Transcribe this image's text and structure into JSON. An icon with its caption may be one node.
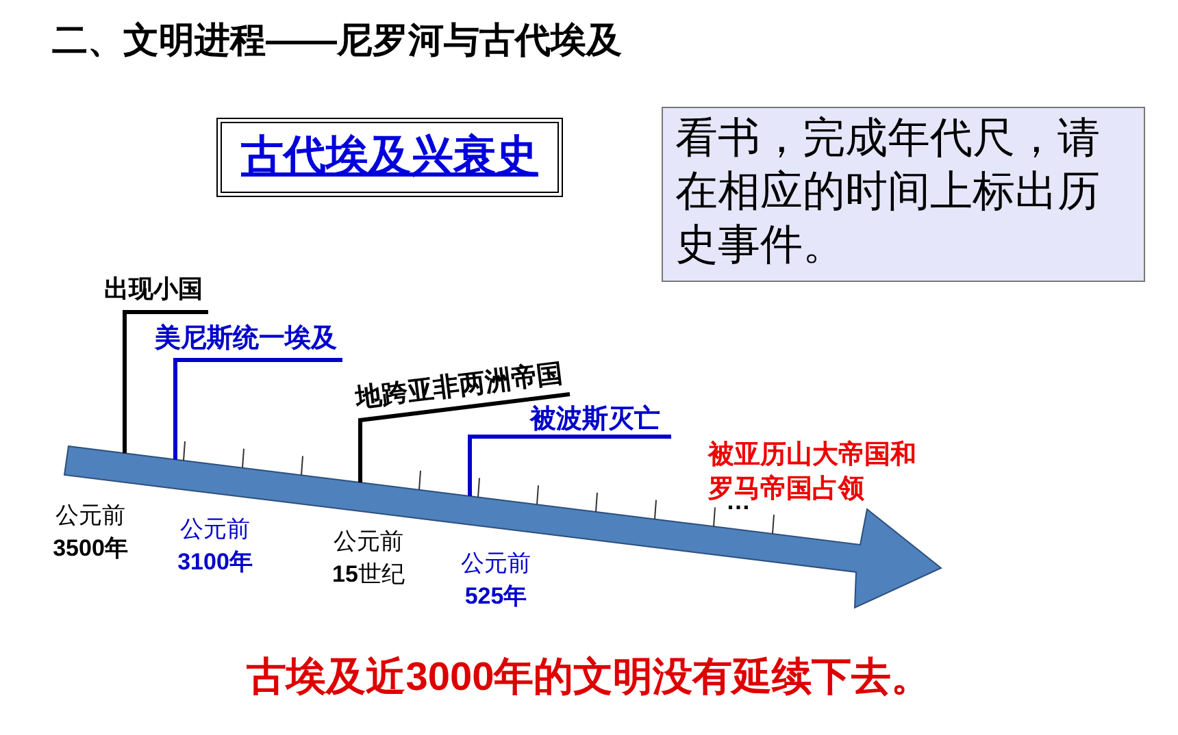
{
  "diagram": {
    "title": "二、文明进程——尼罗河与古代埃及",
    "nodes": [
      {
        "text": [
          "古代埃及兴衰史"
        ]
      },
      {
        "text": [
          "看书，完成年代尺，请在相应的时间上标出历史事件。"
        ]
      },
      {
        "text": [
          "出现小国"
        ]
      },
      {
        "text": [
          "美尼斯统一埃及"
        ]
      },
      {
        "text": [
          "地跨亚非两洲帝国"
        ]
      },
      {
        "text": [
          "被波斯灭亡"
        ]
      },
      {
        "text": [],
        "shape": "arrow"
      }
    ],
    "edges": [
      {
        "from": 2,
        "to": 6,
        "arrow": "none"
      },
      {
        "from": 3,
        "to": 6,
        "arrow": "none",
        "color": "#0000cc"
      },
      {
        "from": 4,
        "to": 6,
        "arrow": "none"
      },
      {
        "from": 5,
        "to": 6,
        "arrow": "none",
        "color": "#0000cc"
      }
    ],
    "labels": [
      "公元前**3500年**",
      "公元前**3100年**",
      "公元前**15**世纪",
      "公元前**525年**",
      "被亚历山大帝国和罗马帝国占领",
      "…",
      "古埃及近3000年的文明没有延续下去。"
    ]
  }
}
